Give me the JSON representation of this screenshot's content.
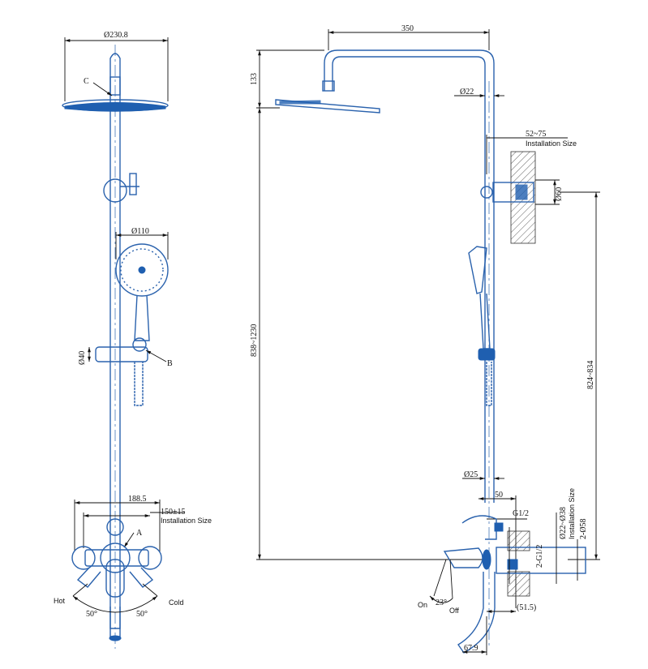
{
  "front_view": {
    "head_diameter": "Ø230.8",
    "label_c": "C",
    "handshower_diameter": "Ø110",
    "slider_diameter": "Ø40",
    "label_b": "B",
    "mixer_width": "188.5",
    "install_spacing": "150±15",
    "install_size_label": "Installation Size",
    "label_a": "A",
    "hot_label": "Hot",
    "cold_label": "Cold",
    "angle_left": "50°",
    "angle_right": "50°"
  },
  "side_view": {
    "arm_length": "350",
    "head_height": "133",
    "total_height": "838~1230",
    "pipe_diameter_top": "Ø22",
    "wall_range": "52~75",
    "wall_install_label": "Installation Size",
    "flange_diameter": "Ø60",
    "bracket_height": "824~834",
    "pipe_diameter_bottom": "Ø25",
    "offset_50": "50",
    "thread_g12": "G1/2",
    "thread_2g12": "2-G1/2",
    "pipe_range": "Ø22~Ø38",
    "pipe_install_label": "Installation Size",
    "flange_2_diameter": "2-Ø58",
    "depth_51_5": "(51.5)",
    "spout_67_9": "67.9",
    "on_label": "On",
    "off_label": "Off",
    "angle_23": "23°"
  },
  "colors": {
    "line": "#2a62ad",
    "fill": "#1f5fb0",
    "dimension": "#111111"
  }
}
